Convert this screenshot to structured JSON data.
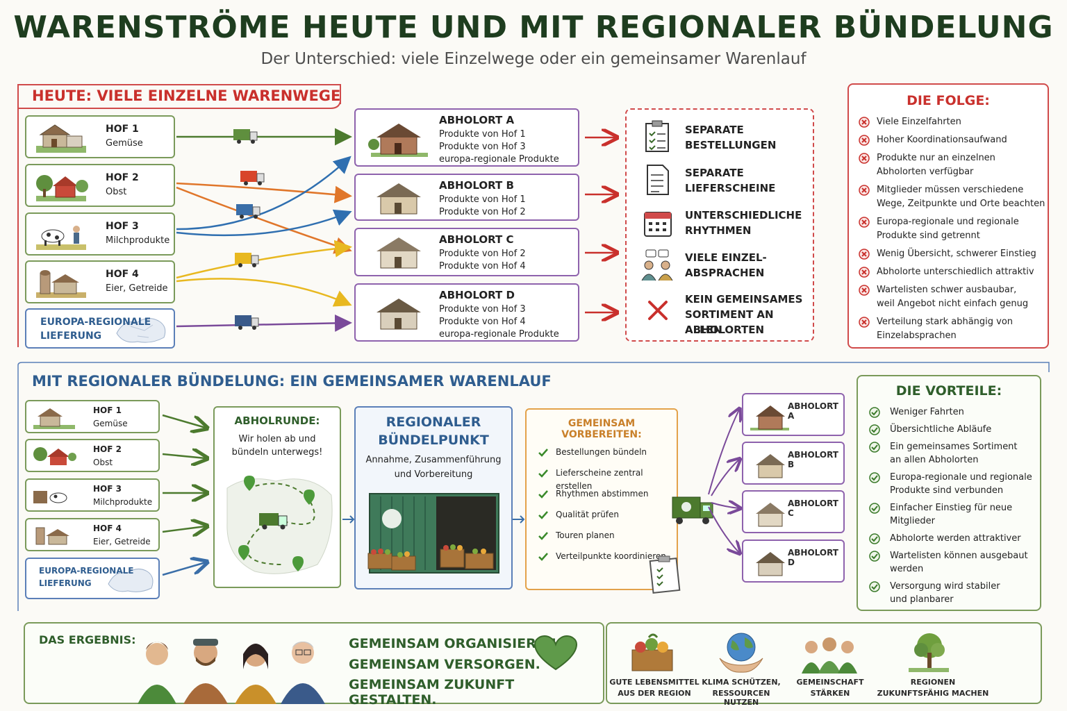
{
  "header": {
    "title": "WARENSTRÖME HEUTE UND MIT REGIONALER BÜNDELUNG",
    "subtitle": "Der Unterschied: viele Einzelwege oder ein gemeinsamer Warenlauf"
  },
  "today": {
    "title": "HEUTE: VIELE EINZELNE WARENWEGE",
    "sources": [
      {
        "name": "HOF 1",
        "product": "Gemüse"
      },
      {
        "name": "HOF 2",
        "product": "Obst"
      },
      {
        "name": "HOF 3",
        "product": "Milchprodukte"
      },
      {
        "name": "HOF 4",
        "product": "Eier, Getreide"
      },
      {
        "name": "EUROPA-REGIONALE",
        "product": "LIEFERUNG"
      }
    ],
    "abholorte": [
      {
        "name": "ABHOLORT A",
        "lines": [
          "Produkte von Hof 1",
          "Produkte von Hof 3",
          "europa-regionale Produkte"
        ]
      },
      {
        "name": "ABHOLORT B",
        "lines": [
          "Produkte von Hof 1",
          "Produkte von Hof 2"
        ]
      },
      {
        "name": "ABHOLORT C",
        "lines": [
          "Produkte von Hof 2",
          "Produkte von Hof 4"
        ]
      },
      {
        "name": "ABHOLORT D",
        "lines": [
          "Produkte von Hof 3",
          "Produkte von Hof 4",
          "europa-regionale Produkte"
        ]
      }
    ],
    "consequences": [
      {
        "l1": "SEPARATE",
        "l2": "BESTELLUNGEN",
        "icon": "clipboard-icon"
      },
      {
        "l1": "SEPARATE",
        "l2": "LIEFERSCHEINE",
        "icon": "document-icon"
      },
      {
        "l1": "UNTERSCHIEDLICHE",
        "l2": "RHYTHMEN",
        "icon": "calendar-icon"
      },
      {
        "l1": "VIELE EINZEL-",
        "l2": "ABSPRACHEN",
        "icon": "people-talking-icon"
      },
      {
        "l1": "KEIN GEMEINSAMES",
        "l2": "SORTIMENT AN ALLEN",
        "l3": "ABHOLORTEN",
        "icon": "cross-icon"
      }
    ],
    "folge": {
      "title": "DIE FOLGE:",
      "items": [
        [
          "Viele Einzelfahrten"
        ],
        [
          "Hoher Koordinationsaufwand"
        ],
        [
          "Produkte nur an einzelnen",
          "Abholorten verfügbar"
        ],
        [
          "Mitglieder müssen verschiedene",
          "Wege, Zeitpunkte und Orte beachten"
        ],
        [
          "Europa-regionale und regionale",
          "Produkte sind getrennt"
        ],
        [
          "Wenig Übersicht, schwerer Einstieg"
        ],
        [
          "Abholorte unterschiedlich attraktiv"
        ],
        [
          "Wartelisten schwer ausbaubar,",
          "weil Angebot nicht einfach genug"
        ],
        [
          "Verteilung stark abhängig von",
          "Einzelabsprachen"
        ]
      ]
    }
  },
  "bundling": {
    "title": "MIT REGIONALER BÜNDELUNG: EIN GEMEINSAMER WARENLAUF",
    "sources": [
      {
        "name": "HOF 1",
        "product": "Gemüse"
      },
      {
        "name": "HOF 2",
        "product": "Obst"
      },
      {
        "name": "HOF 3",
        "product": "Milchprodukte"
      },
      {
        "name": "HOF 4",
        "product": "Eier, Getreide"
      },
      {
        "name": "EUROPA-REGIONALE",
        "product": "LIEFERUNG"
      }
    ],
    "abholrunde": {
      "title": "ABHOLRUNDE:",
      "l1": "Wir holen ab und",
      "l2": "bündeln unterwegs!"
    },
    "hub": {
      "t1": "REGIONALER",
      "t2": "BÜNDELPUNKT",
      "l1": "Annahme, Zusammenführung",
      "l2": "und Vorbereitung"
    },
    "prepare": {
      "title": "GEMEINSAM VORBEREITEN:",
      "items": [
        "Bestellungen bündeln",
        "Lieferscheine zentral erstellen",
        "Rhythmen abstimmen",
        "Qualität prüfen",
        "Touren planen",
        "Verteilpunkte koordinieren"
      ]
    },
    "abholorte": [
      "ABHOLORT A",
      "ABHOLORT B",
      "ABHOLORT C",
      "ABHOLORT D"
    ],
    "vorteile": {
      "title": "DIE VORTEILE:",
      "items": [
        [
          "Weniger Fahrten"
        ],
        [
          "Übersichtliche Abläufe"
        ],
        [
          "Ein gemeinsames Sortiment",
          "an allen Abholorten"
        ],
        [
          "Europa-regionale und regionale",
          "Produkte sind verbunden"
        ],
        [
          "Einfacher Einstieg für neue",
          "Mitglieder"
        ],
        [
          "Abholorte werden attraktiver"
        ],
        [
          "Wartelisten können ausgebaut",
          "werden"
        ],
        [
          "Versorgung wird stabiler",
          "und planbarer"
        ]
      ]
    }
  },
  "result": {
    "title": "DAS ERGEBNIS:",
    "slogans": [
      "GEMEINSAM ORGANISIEREN.",
      "GEMEINSAM VERSORGEN.",
      "GEMEINSAM ZUKUNFT GESTALTEN."
    ],
    "benefits": [
      {
        "l1": "GUTE LEBENSMITTEL",
        "l2": "AUS DER REGION",
        "icon": "food-crate-icon"
      },
      {
        "l1": "KLIMA SCHÜTZEN,",
        "l2": "RESSOURCEN NUTZEN",
        "icon": "globe-hands-icon"
      },
      {
        "l1": "GEMEINSCHAFT",
        "l2": "STÄRKEN",
        "icon": "community-icon"
      },
      {
        "l1": "REGIONEN",
        "l2": "ZUKUNFTSFÄHIG MACHEN",
        "icon": "tree-icon"
      }
    ]
  },
  "colors": {
    "red": "#c9302c",
    "green": "#2f5e2b",
    "blue": "#2f5d8f",
    "purple": "#8e62ad",
    "orange": "#e3a24a"
  }
}
